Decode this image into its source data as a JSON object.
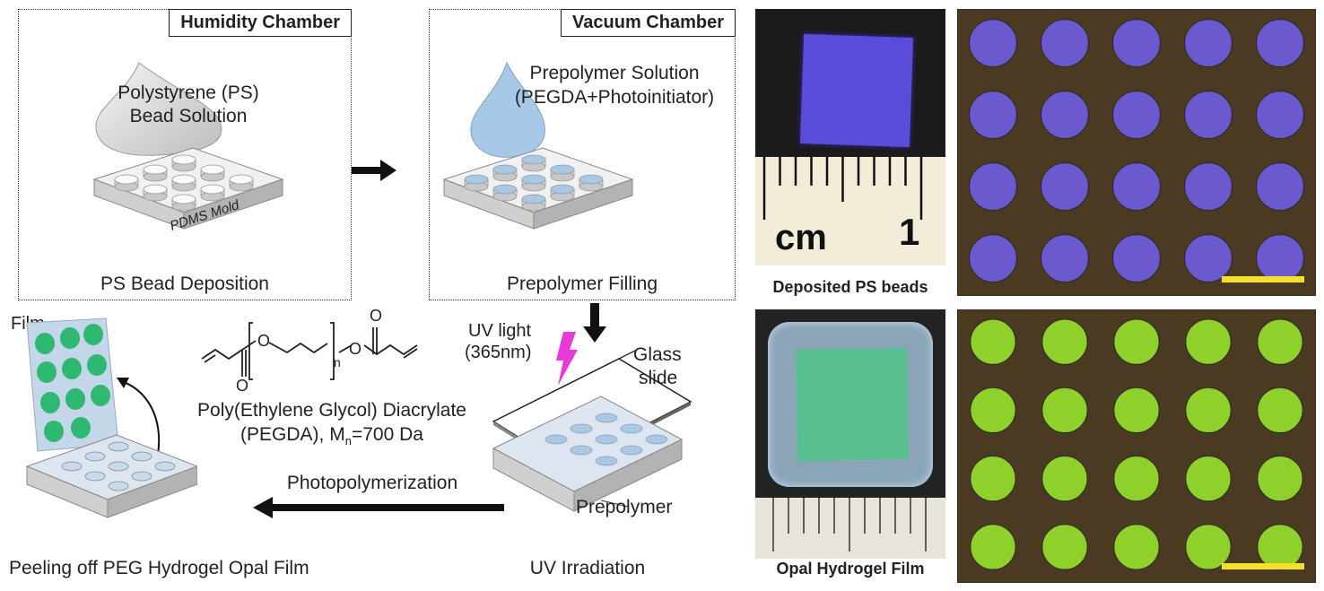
{
  "panels": {
    "humidity": {
      "chamber": "Humidity Chamber",
      "solution_line1": "Polystyrene (PS)",
      "solution_line2": "Bead Solution",
      "mold": "PDMS Mold",
      "caption": "PS Bead Deposition"
    },
    "vacuum": {
      "chamber": "Vacuum Chamber",
      "solution_line1": "Prepolymer Solution",
      "solution_line2": "(PEGDA+Photoinitiator)",
      "caption": "Prepolymer Filling"
    },
    "uv": {
      "light_line1": "UV light",
      "light_line2": "(365nm)",
      "glass_line1": "Glass",
      "glass_line2": "slide",
      "prepolymer": "Prepolymer",
      "caption": "UV Irradiation"
    },
    "peel": {
      "film": "Film",
      "caption": "Peeling off PEG Hydrogel Opal Film"
    },
    "chemistry": {
      "name_line1": "Poly(Ethylene Glycol) Diacrylate",
      "name_line2_pre": "(PEGDA), M",
      "name_line2_sub": "n",
      "name_line2_post": "=700 Da",
      "atom_o": "O",
      "repeat_n": "n"
    },
    "photopolymerization": "Photopolymerization"
  },
  "photos": {
    "ruler_label": "cm",
    "ruler_number": "1",
    "ps_caption": "Deposited PS beads",
    "opal_caption": "Opal Hydrogel Film"
  },
  "colors": {
    "ps_dot": "#6a5acd",
    "opal_dot": "#8fd02a",
    "micro_bg": "#4a3a22",
    "scale_bar": "#f2e02a",
    "prepolymer_blue": "#a8c8e8",
    "film_green": "#2eb872",
    "uv_magenta": "#e83ad8"
  }
}
